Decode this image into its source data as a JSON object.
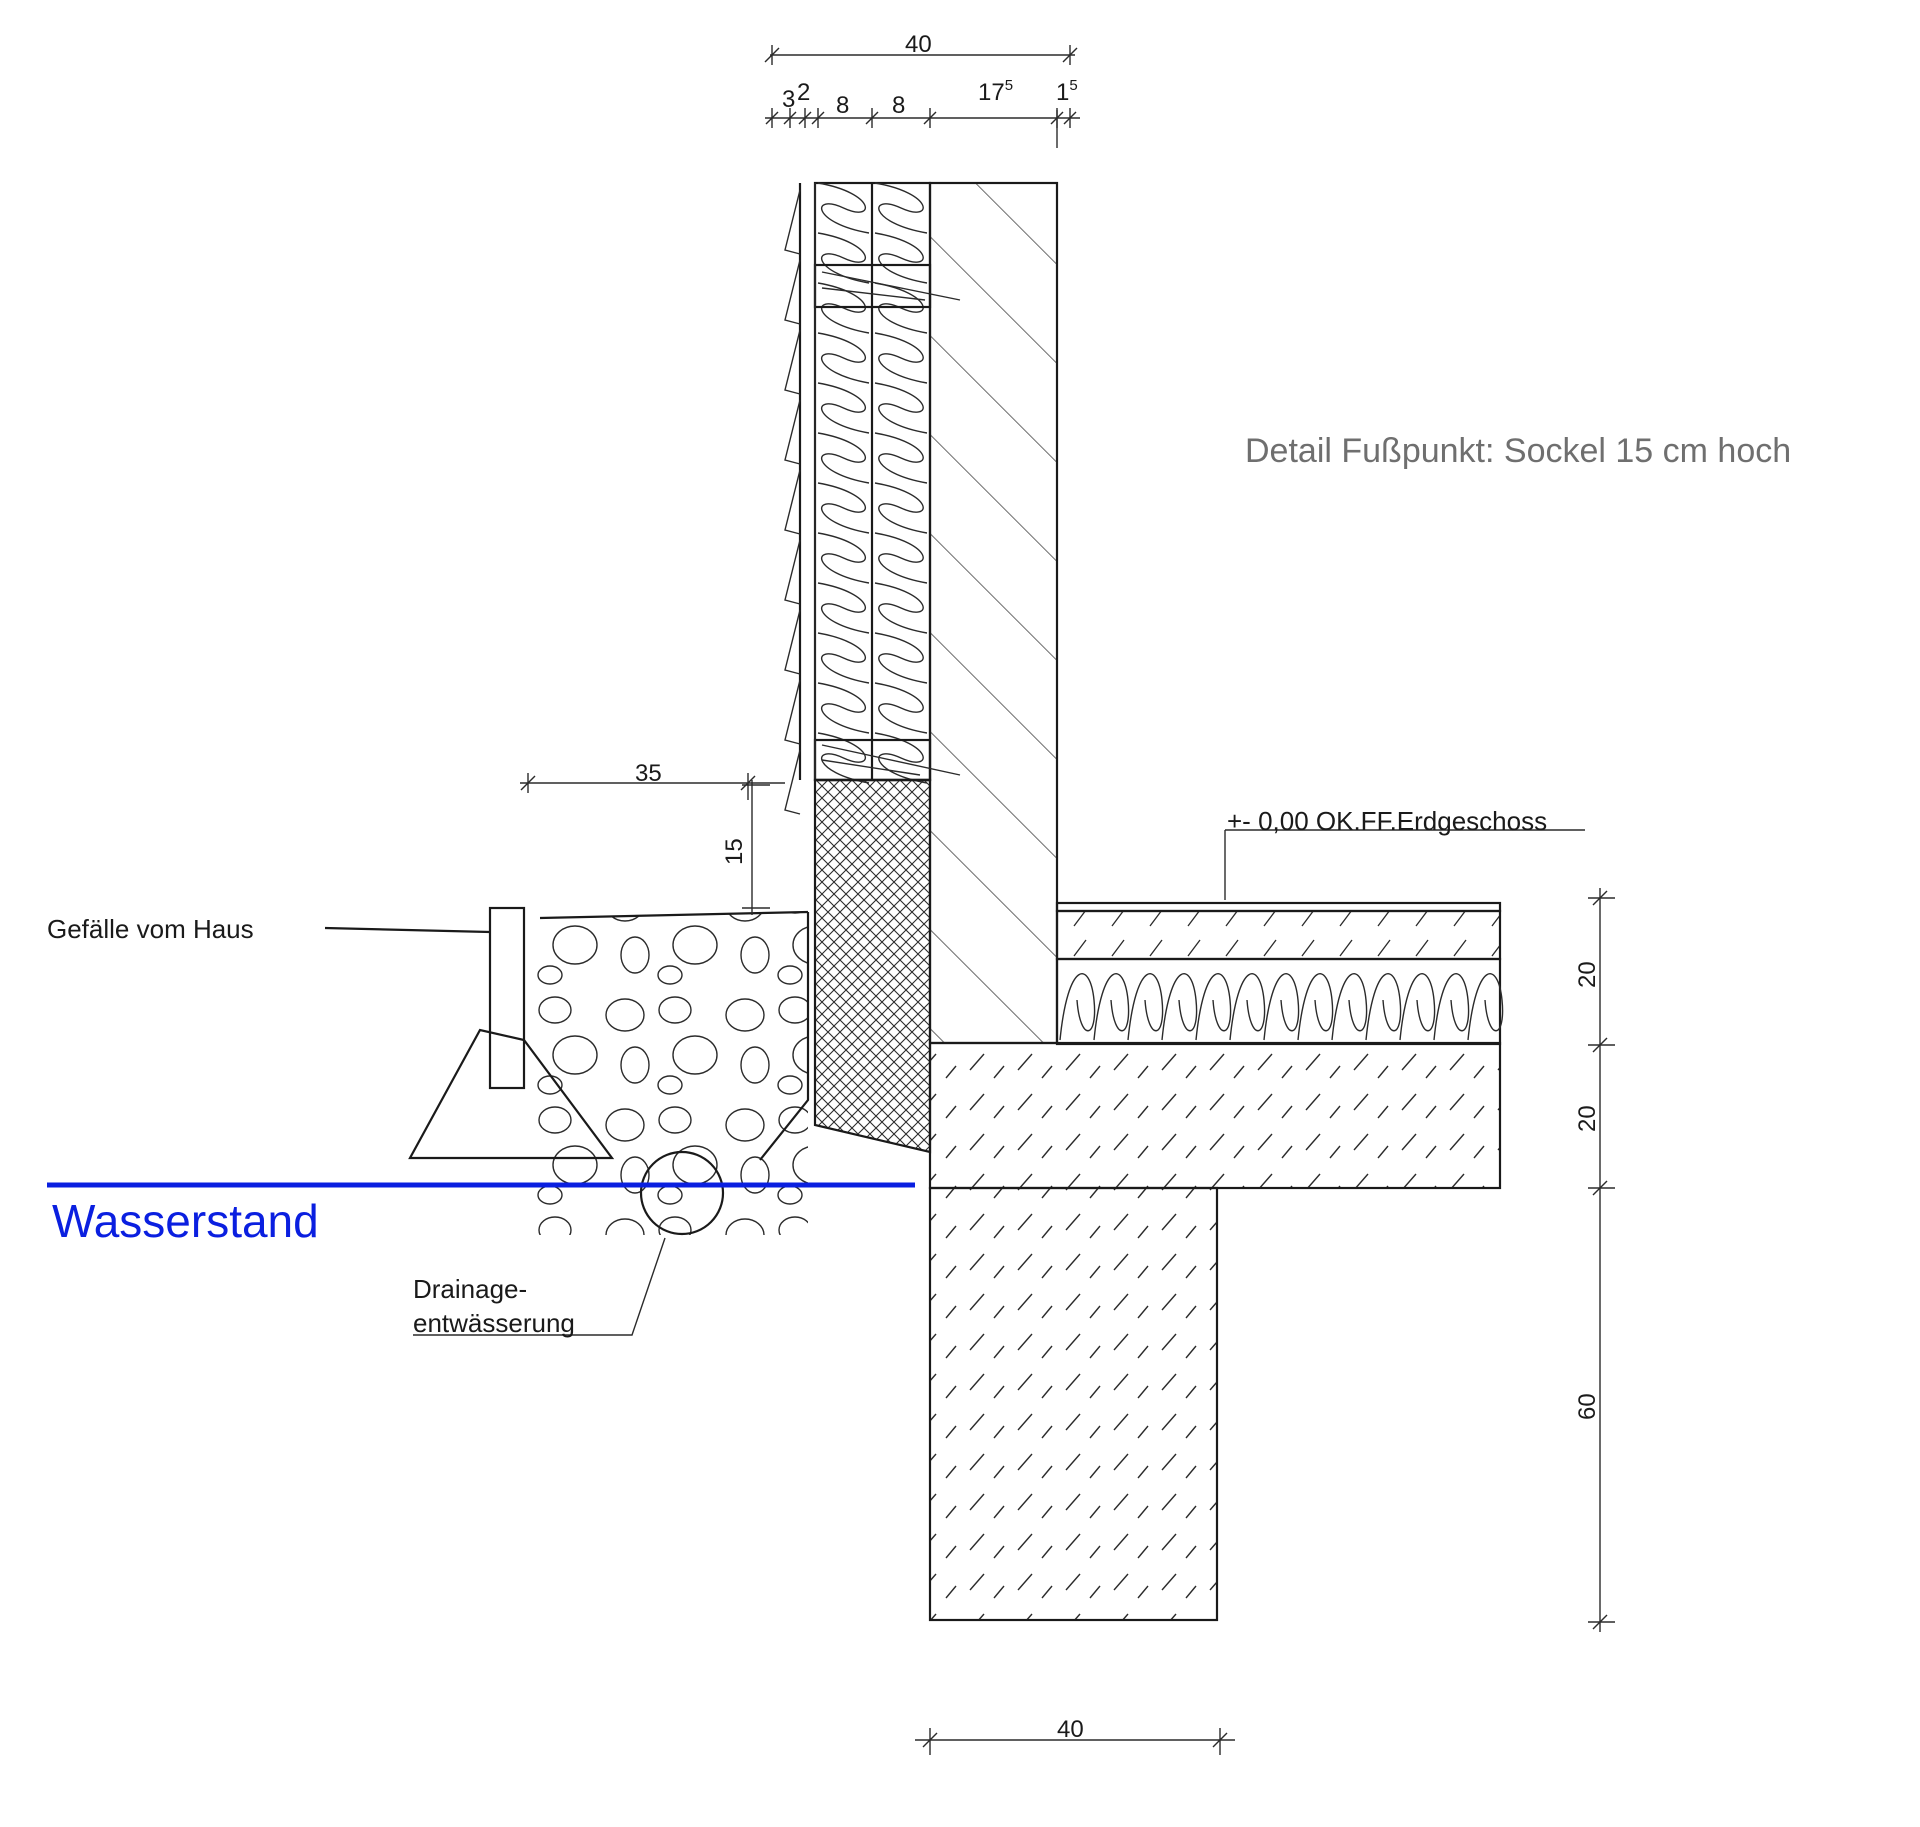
{
  "title": "Detail Fußpunkt: Sockel  15 cm hoch",
  "labels": {
    "floor_level": "+- 0,00 OK.FF.Erdgeschoss",
    "slope": "Gefälle vom Haus",
    "drainage_line1": "Drainage-",
    "drainage_line2": "entwässerung",
    "water_level": "Wasserstand"
  },
  "dimensions": {
    "top_total": "40",
    "top_parts": [
      {
        "base": "3",
        "sup": ""
      },
      {
        "base": "2",
        "sup": ""
      },
      {
        "base": "8",
        "sup": ""
      },
      {
        "base": "8",
        "sup": ""
      },
      {
        "base": "17",
        "sup": "5"
      },
      {
        "base": "1",
        "sup": "5"
      }
    ],
    "overhang": "35",
    "plinth_height": "15",
    "floor_build_up": "20",
    "slab": "20",
    "foundation_depth": "60",
    "foundation_width": "40"
  },
  "colors": {
    "lines": "#1a1a1a",
    "water_line": "#0a1fe0",
    "title": "#6f6f6f"
  }
}
